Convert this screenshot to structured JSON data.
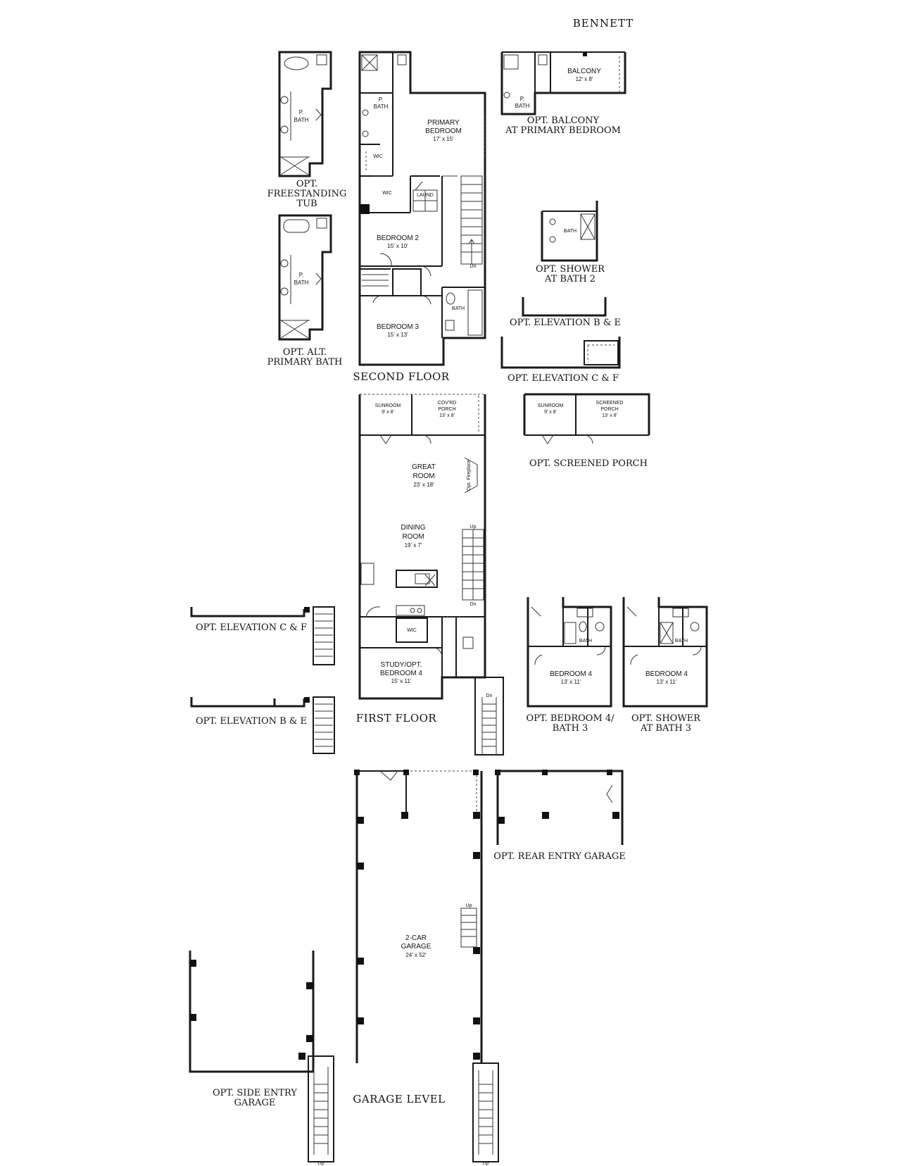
{
  "title": "BENNETT",
  "floors": {
    "second": "SECOND FLOOR",
    "first": "FIRST FLOOR",
    "garage": "GARAGE LEVEL"
  },
  "rooms": {
    "primary_bedroom": {
      "name_1": "PRIMARY",
      "name_2": "BEDROOM",
      "dim": "17' x 15'"
    },
    "p_bath": {
      "name_1": "P.",
      "name_2": "BATH"
    },
    "wic": "WIC",
    "laund": "LAUND",
    "bedroom2": {
      "name": "BEDROOM 2",
      "dim": "15' x 10'"
    },
    "bedroom3": {
      "name": "BEDROOM 3",
      "dim": "15' x 13'"
    },
    "bath": "BATH",
    "dn": "Dn",
    "up": "Up",
    "sunroom": {
      "name": "SUNROOM",
      "dim": "9' x 8'"
    },
    "covrd_porch": {
      "name_1": "COV'RD",
      "name_2": "PORCH",
      "dim": "13' x 8'"
    },
    "great_room": {
      "name_1": "GREAT",
      "name_2": "ROOM",
      "dim": "23' x 18'"
    },
    "fireplace": "Opt. Fireplace",
    "dining_room": {
      "name_1": "DINING",
      "name_2": "ROOM",
      "dim": "19' x 7'"
    },
    "study": {
      "name_1": "STUDY/OPT.",
      "name_2": "BEDROOM 4",
      "dim": "15' x 11'"
    },
    "garage": {
      "name_1": "2-CAR",
      "name_2": "GARAGE",
      "dim": "24' x 52'"
    },
    "balcony": {
      "name": "BALCONY",
      "dim": "12' x 8'"
    },
    "screened_porch": {
      "name_1": "SCREENED",
      "name_2": "PORCH",
      "dim": "13' x 8'"
    },
    "bedroom4": {
      "name": "BEDROOM 4",
      "dim": "13' x 11'"
    }
  },
  "options": {
    "freestanding_tub": [
      "OPT.",
      "FREESTANDING",
      "TUB"
    ],
    "alt_primary_bath": [
      "OPT. ALT.",
      "PRIMARY BATH"
    ],
    "balcony": [
      "OPT. BALCONY",
      "AT PRIMARY BEDROOM"
    ],
    "shower_bath2": [
      "OPT. SHOWER",
      "AT BATH 2"
    ],
    "elev_be_top": "OPT. ELEVATION B & E",
    "elev_cf_top": "OPT. ELEVATION C & F",
    "screened_porch": "OPT. SCREENED PORCH",
    "elev_cf_left": "OPT. ELEVATION C & F",
    "elev_be_left": "OPT. ELEVATION B & E",
    "bedroom4_bath3": [
      "OPT. BEDROOM 4/",
      "BATH 3"
    ],
    "shower_bath3": [
      "OPT. SHOWER",
      "AT BATH 3"
    ],
    "rear_entry_garage": "OPT. REAR ENTRY GARAGE",
    "side_entry_garage": [
      "OPT. SIDE ENTRY",
      "GARAGE"
    ]
  }
}
